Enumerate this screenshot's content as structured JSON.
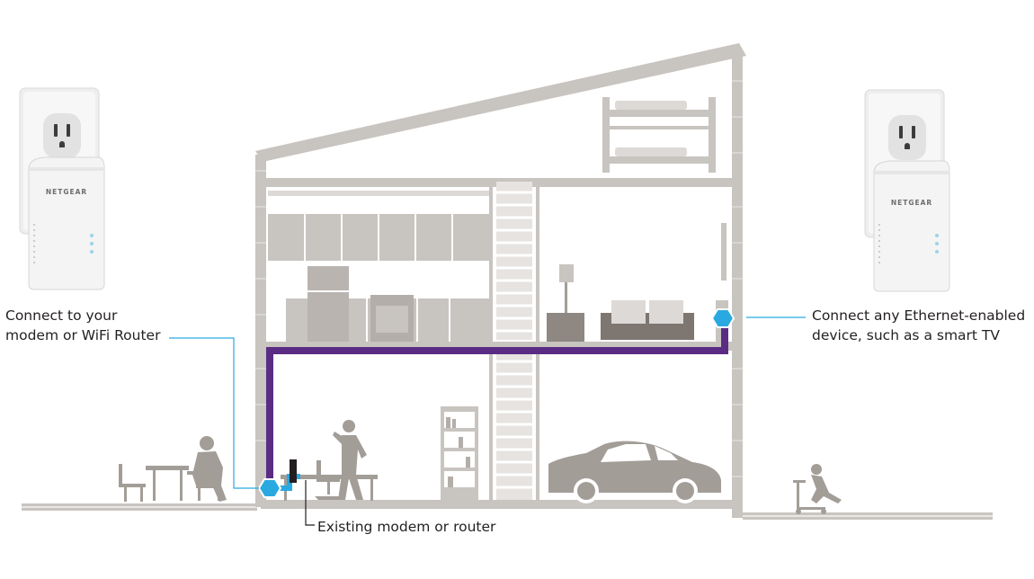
{
  "labels": {
    "left_line1": "Connect to your",
    "left_line2": "modem or WiFi Router",
    "right_line1": "Connect any Ethernet-enabled",
    "right_line2": "device, such as a smart TV",
    "bottom": "Existing modem or router"
  },
  "adapter_brand": "NETGEAR",
  "colors": {
    "house": "#c8c4c0",
    "house_dark": "#a39d98",
    "powerline": "#5b2c83",
    "ethernet": "#29a9e0",
    "node": "#29a9e0",
    "callout_line": "#29a9e0",
    "adapter_body": "#f4f4f4"
  }
}
